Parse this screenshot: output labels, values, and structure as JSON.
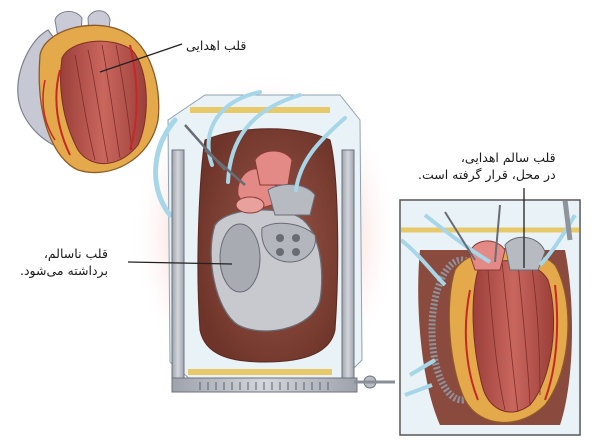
{
  "labels": {
    "donor_heart": "قلب اهدایی",
    "healthy_donor_heart_line1": "قلب سالم اهدایی،",
    "healthy_donor_heart_line2": "در محل، قرار گرفته است.",
    "diseased_heart_line1": "قلب ناسالم،",
    "diseased_heart_line2": "برداشته می‌شود."
  },
  "colors": {
    "background": "#ffffff",
    "heart_muscle": "#b5514a",
    "heart_fat": "#e9b44c",
    "coronary_artery": "#c62828",
    "chest_cavity": "#8a4a3e",
    "surgical_retractor": "#b9bcc4",
    "drape": "#e9f2f7",
    "tube": "#a6d6e8"
  }
}
